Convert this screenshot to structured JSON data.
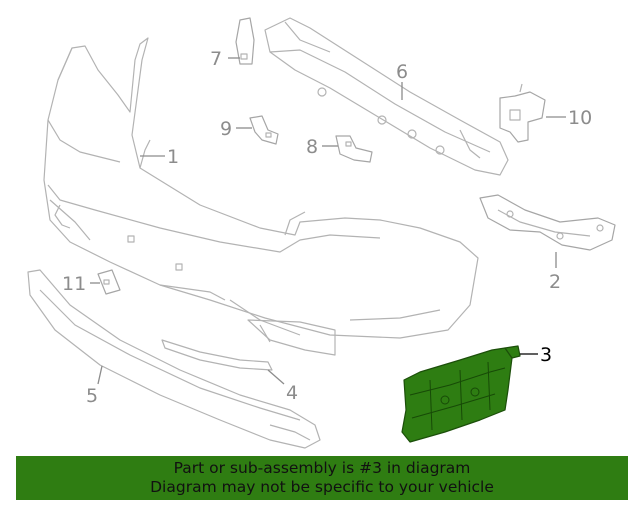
{
  "diagram": {
    "callouts": [
      {
        "id": "1",
        "label": "1"
      },
      {
        "id": "2",
        "label": "2"
      },
      {
        "id": "3",
        "label": "3",
        "highlighted": true
      },
      {
        "id": "4",
        "label": "4"
      },
      {
        "id": "5",
        "label": "5"
      },
      {
        "id": "6",
        "label": "6"
      },
      {
        "id": "7",
        "label": "7"
      },
      {
        "id": "8",
        "label": "8"
      },
      {
        "id": "9",
        "label": "9"
      },
      {
        "id": "10",
        "label": "10"
      },
      {
        "id": "11",
        "label": "11"
      }
    ],
    "highlight_color": "#2e7d12"
  },
  "banner": {
    "line1": "Part or sub-assembly is #3 in diagram",
    "line2": "Diagram may not be specific to your vehicle",
    "background": "#2f7d12"
  }
}
